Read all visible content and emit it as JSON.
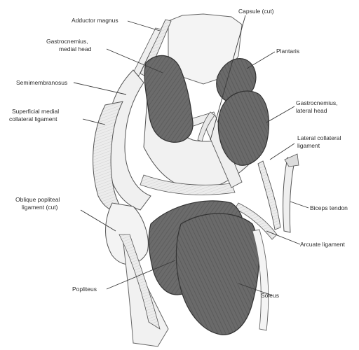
{
  "labels": {
    "adductor_magnus": "Adductor magnus",
    "capsule_cut": "Capsule (cut)",
    "gastroc_medial_1": "Gastrocnemius,",
    "gastroc_medial_2": "medial head",
    "plantaris": "Plantaris",
    "semimembranosus": "Semimembranosus",
    "gastroc_lateral_1": "Gastrocnemius,",
    "gastroc_lateral_2": "lateral head",
    "superficial_mcl_1": "Superficial medial",
    "superficial_mcl_2": "collateral ligament",
    "lateral_collateral_1": "Lateral collateral",
    "lateral_collateral_2": "ligament",
    "oblique_popliteal_1": "Oblique popliteal",
    "oblique_popliteal_2": "ligament (cut)",
    "biceps_tendon": "Biceps tendon",
    "arcuate_ligament": "Arcuate ligament",
    "popliteus": "Popliteus",
    "soleus": "Soleus"
  },
  "colors": {
    "muscle_fill": "#6b6b6b",
    "muscle_dark": "#555555",
    "ligament_fill": "#e9e9e9",
    "bone_fill": "#f2f2f2",
    "line": "#333333"
  }
}
